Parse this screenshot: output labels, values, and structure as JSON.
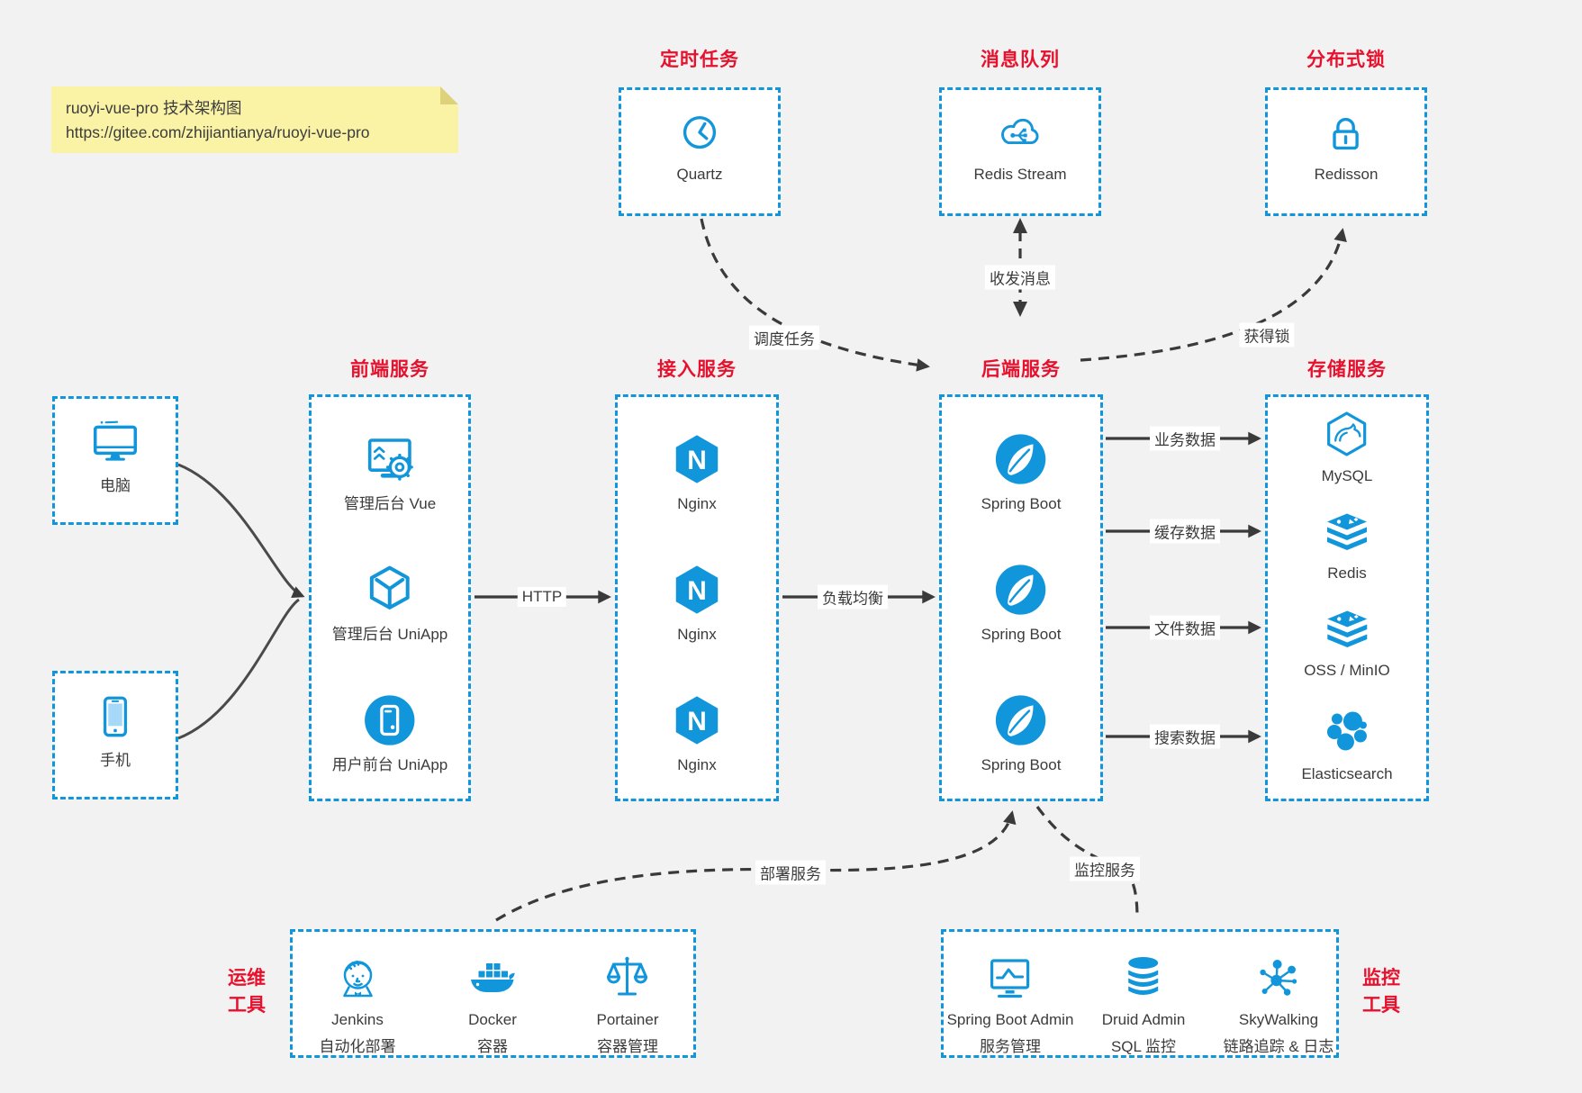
{
  "note": {
    "line1": "ruoyi-vue-pro 技术架构图",
    "line2": "https://gitee.com/zhijiantianya/ruoyi-vue-pro"
  },
  "colors": {
    "accent_blue": "#1296db",
    "title_red": "#e8112d",
    "arrow_dark": "#3a3a3a",
    "note_bg": "#faf3a6",
    "canvas_bg": "#f2f2f3"
  },
  "top_groups": {
    "scheduler": {
      "title": "定时任务",
      "item": {
        "label": "Quartz",
        "icon": "clock-icon"
      }
    },
    "mq": {
      "title": "消息队列",
      "item": {
        "label": "Redis Stream",
        "icon": "cloud-stream-icon"
      }
    },
    "lock": {
      "title": "分布式锁",
      "item": {
        "label": "Redisson",
        "icon": "padlock-icon"
      }
    }
  },
  "devices": {
    "computer": {
      "label": "电脑",
      "icon": "desktop-icon"
    },
    "phone": {
      "label": "手机",
      "icon": "smartphone-icon"
    }
  },
  "columns": {
    "frontend": {
      "title": "前端服务",
      "items": [
        {
          "label": "管理后台 Vue",
          "icon": "admin-vue-icon"
        },
        {
          "label": "管理后台 UniApp",
          "icon": "uniapp-cube-icon"
        },
        {
          "label": "用户前台 UniApp",
          "icon": "user-app-icon"
        }
      ]
    },
    "gateway": {
      "title": "接入服务",
      "items": [
        {
          "label": "Nginx",
          "icon": "nginx-icon"
        },
        {
          "label": "Nginx",
          "icon": "nginx-icon"
        },
        {
          "label": "Nginx",
          "icon": "nginx-icon"
        }
      ]
    },
    "backend": {
      "title": "后端服务",
      "items": [
        {
          "label": "Spring Boot",
          "icon": "spring-icon"
        },
        {
          "label": "Spring Boot",
          "icon": "spring-icon"
        },
        {
          "label": "Spring Boot",
          "icon": "spring-icon"
        }
      ]
    },
    "storage": {
      "title": "存储服务",
      "items": [
        {
          "label": "MySQL",
          "icon": "mysql-icon"
        },
        {
          "label": "Redis",
          "icon": "redis-stack-icon"
        },
        {
          "label": "OSS / MinIO",
          "icon": "storage-stack-icon"
        },
        {
          "label": "Elasticsearch",
          "icon": "elasticsearch-icon"
        }
      ]
    }
  },
  "bottom_groups": {
    "ops": {
      "title_line1": "运维",
      "title_line2": "工具",
      "items": [
        {
          "label": "Jenkins",
          "sub": "自动化部署",
          "icon": "jenkins-butler-icon"
        },
        {
          "label": "Docker",
          "sub": "容器",
          "icon": "docker-whale-icon"
        },
        {
          "label": "Portainer",
          "sub": "容器管理",
          "icon": "portainer-scales-icon"
        }
      ]
    },
    "monitoring": {
      "title_line1": "监控",
      "title_line2": "工具",
      "items": [
        {
          "label": "Spring Boot Admin",
          "sub": "服务管理",
          "icon": "admin-chart-icon"
        },
        {
          "label": "Druid Admin",
          "sub": "SQL 监控",
          "icon": "druid-database-icon"
        },
        {
          "label": "SkyWalking",
          "sub": "链路追踪 & 日志",
          "icon": "skywalking-nodes-icon"
        }
      ]
    }
  },
  "edge_labels": {
    "http": "HTTP",
    "load_balance": "负载均衡",
    "schedule": "调度任务",
    "messaging": "收发消息",
    "acquire_lock": "获得锁",
    "business_data": "业务数据",
    "cache_data": "缓存数据",
    "file_data": "文件数据",
    "search_data": "搜索数据",
    "deploy": "部署服务",
    "monitor": "监控服务"
  }
}
